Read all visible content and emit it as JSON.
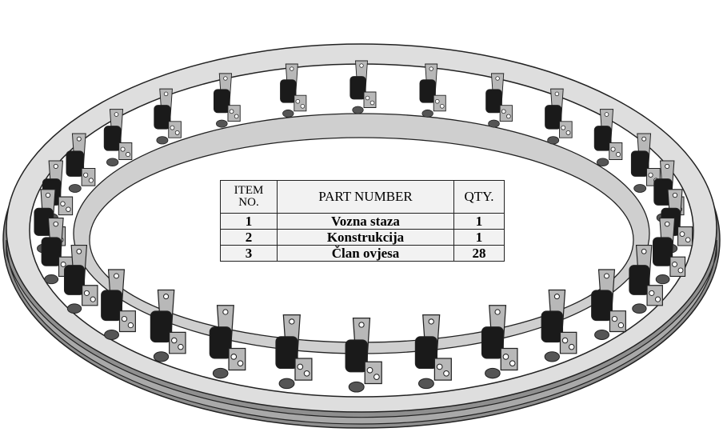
{
  "bom_table": {
    "headers": {
      "item_no": "ITEM NO.",
      "part_number": "PART NUMBER",
      "qty": "QTY."
    },
    "rows": [
      {
        "item": "1",
        "part": "Vozna staza",
        "qty": "1"
      },
      {
        "item": "2",
        "part": "Konstrukcija",
        "qty": "1"
      },
      {
        "item": "3",
        "part": "Član ovjesa",
        "qty": "28"
      }
    ]
  },
  "assembly": {
    "components": [
      "rail-ring",
      "structure-ring",
      "suspension-members"
    ],
    "suspension_member_count": 28
  },
  "colors": {
    "ring_face": "#dedede",
    "ring_edge": "#9a9a9a",
    "roller": "#1a1a1a",
    "bracket": "#b8b8b8",
    "outline": "#222222",
    "table_bg": "#f2f2f2"
  }
}
